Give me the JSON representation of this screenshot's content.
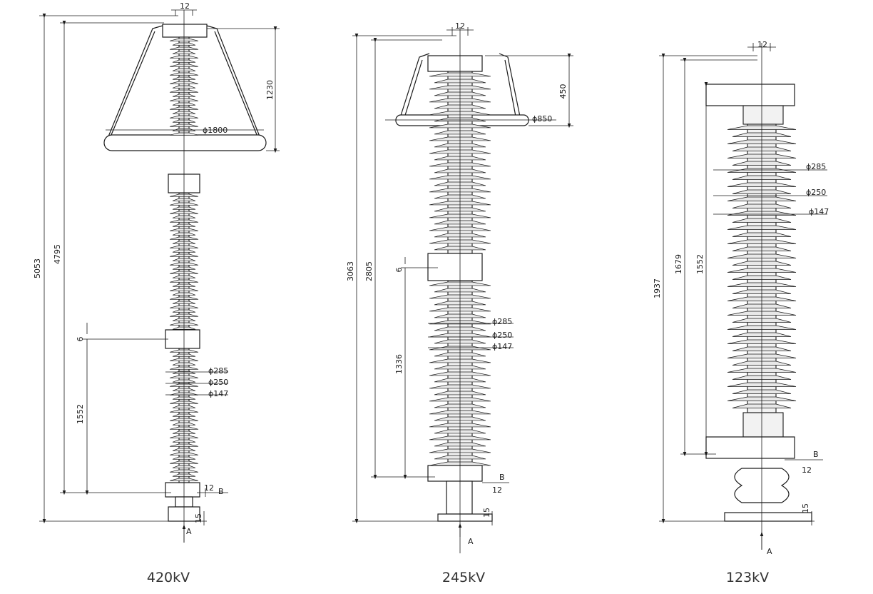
{
  "arresters": [
    {
      "id": "420",
      "caption": "420kV",
      "dims": {
        "overall": "5053",
        "active": "4795",
        "grading_ring_height": "1230",
        "ring_dia": "ϕ1800",
        "terminal": "12",
        "unit_height": "1552",
        "gap": "6",
        "shed_large": "ϕ285",
        "shed_small": "ϕ250",
        "core": "ϕ147",
        "base_offset": "12",
        "base_flange": "15",
        "ref_a": "A",
        "ref_b": "B"
      }
    },
    {
      "id": "245",
      "caption": "245kV",
      "dims": {
        "overall": "3063",
        "active": "2805",
        "grading_ring_height": "450",
        "ring_dia": "ϕ850",
        "terminal": "12",
        "unit_height": "1336",
        "gap": "6",
        "shed_large": "ϕ285",
        "shed_small": "ϕ250",
        "core": "ϕ147",
        "base_offset": "12",
        "base_flange": "15",
        "ref_a": "A",
        "ref_b": "B"
      }
    },
    {
      "id": "123",
      "caption": "123kV",
      "dims": {
        "overall": "1937",
        "active": "1679",
        "unit_height": "1552",
        "terminal": "12",
        "shed_large": "ϕ285",
        "shed_small": "ϕ250",
        "core": "ϕ147",
        "base_offset": "12",
        "base_flange": "15",
        "ref_a": "A",
        "ref_b": "B"
      }
    }
  ]
}
